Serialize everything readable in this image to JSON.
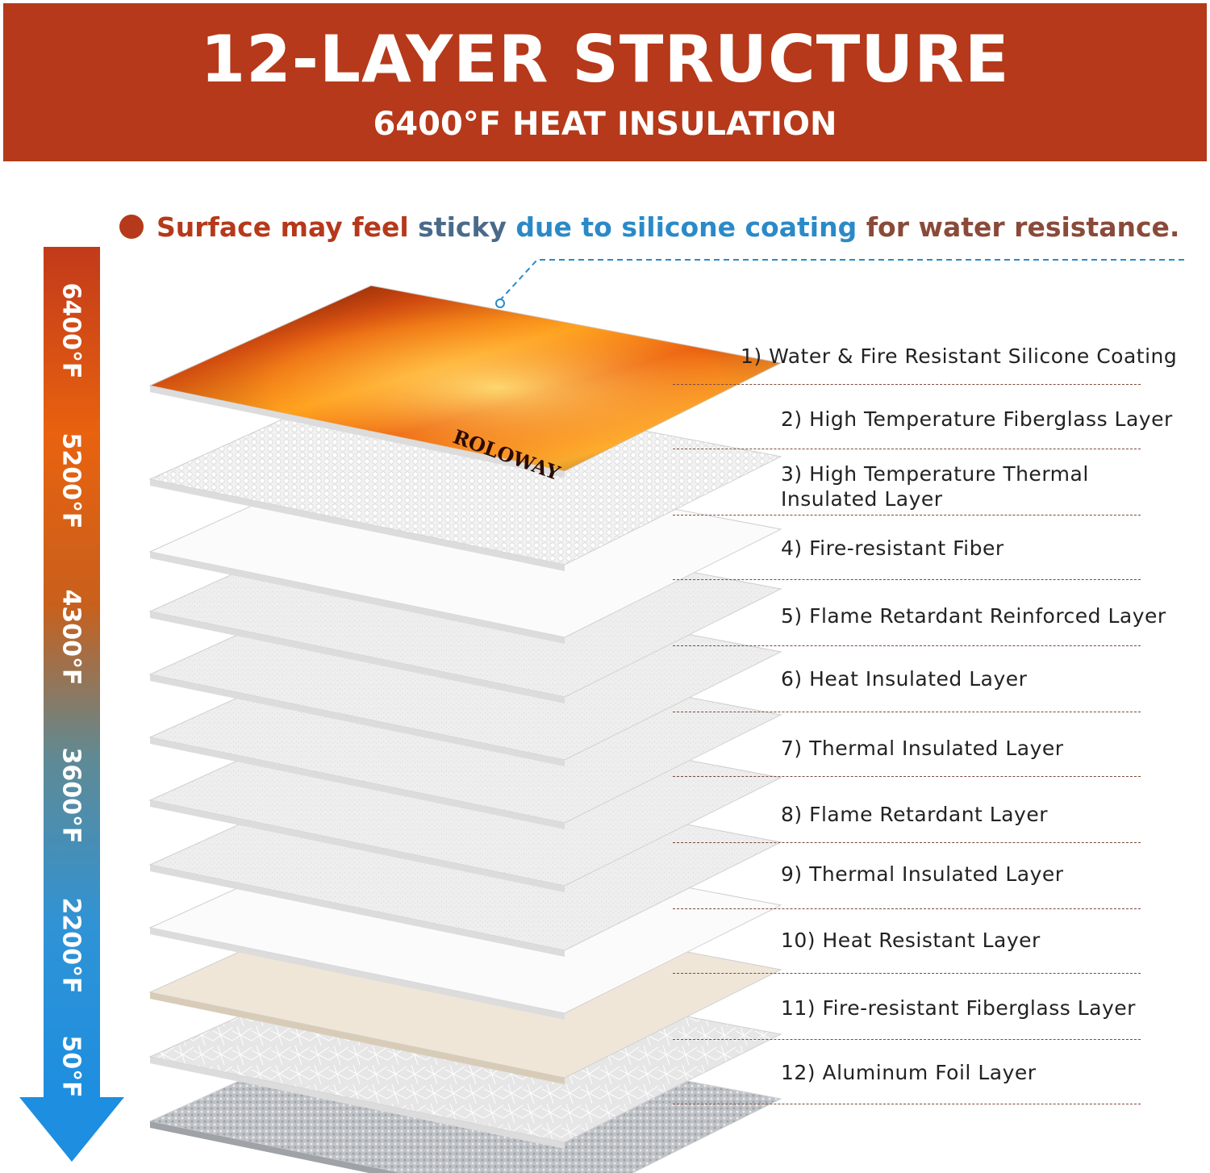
{
  "banner": {
    "title": "12-LAYER STRUCTURE",
    "subtitle": "6400°F HEAT INSULATION",
    "background": "#b5391a"
  },
  "note": {
    "part1": "Surface may feel ",
    "part2": "sticky ",
    "part3": "due to silicone coating ",
    "part4": "for water resistance.",
    "colors": [
      "#b5391a",
      "#4a6a8a",
      "#2a8ac8",
      "#8a4a3a"
    ]
  },
  "temperature_scale": {
    "labels": [
      "6400°F",
      "5200°F",
      "4300°F",
      "3600°F",
      "2200°F",
      "50°F"
    ],
    "gradient": [
      "#c23a1a",
      "#e8620f",
      "#c8601c",
      "#5f8a94",
      "#2f93d6",
      "#1d8ee0"
    ]
  },
  "layers": [
    {
      "label": "1) Water & Fire Resistant Silicone Coating",
      "material": "flame-print"
    },
    {
      "label": "2) High Temperature Fiberglass Layer",
      "material": "textured-white"
    },
    {
      "label": "3) High Temperature Thermal Insulated Layer",
      "material": "white"
    },
    {
      "label": "4) Fire-resistant Fiber",
      "material": "light-gray"
    },
    {
      "label": "5) Flame Retardant Reinforced Layer",
      "material": "light-gray"
    },
    {
      "label": "6) Heat Insulated Layer",
      "material": "light-gray"
    },
    {
      "label": "7) Thermal Insulated Layer",
      "material": "light-gray"
    },
    {
      "label": "8) Flame Retardant Layer",
      "material": "light-gray"
    },
    {
      "label": "9) Thermal Insulated Layer",
      "material": "white"
    },
    {
      "label": "10) Heat Resistant Layer",
      "material": "beige"
    },
    {
      "label": "11) Fire-resistant Fiberglass Layer",
      "material": "fiberglass"
    },
    {
      "label": "12) Aluminum Foil Layer",
      "material": "aluminum"
    }
  ],
  "logo_text": "ROLOWAY"
}
